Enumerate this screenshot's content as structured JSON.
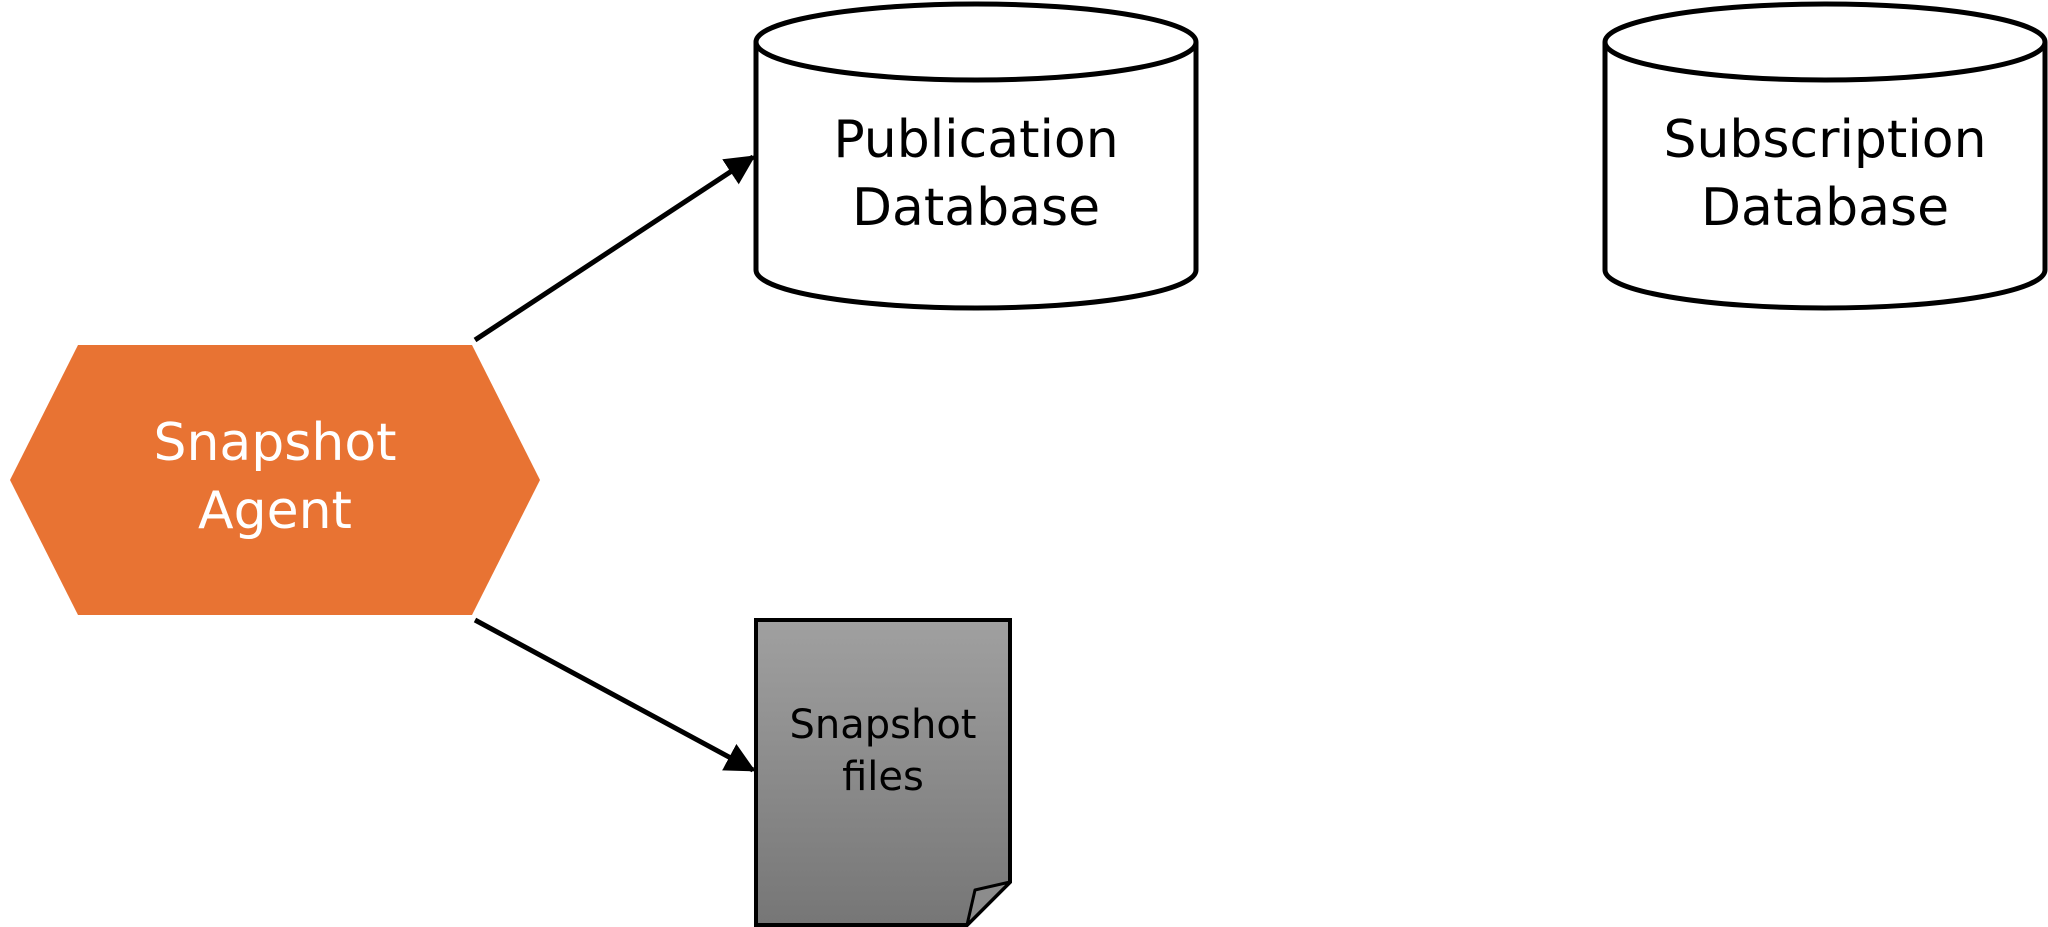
{
  "nodes": {
    "snapshot_agent": {
      "line1": "Snapshot",
      "line2": "Agent",
      "fill": "#e87333",
      "text_color": "#ffffff"
    },
    "publication_db": {
      "line1": "Publication",
      "line2": "Database"
    },
    "subscription_db": {
      "line1": "Subscription",
      "line2": "Database"
    },
    "snapshot_files": {
      "line1": "Snapshot",
      "line2": "files",
      "gradient_top": "#a0a0a0",
      "gradient_bottom": "#767676"
    }
  },
  "colors": {
    "stroke": "#000000",
    "background": "#ffffff"
  },
  "connections": [
    {
      "from": "Snapshot Agent",
      "to": "Publication Database"
    },
    {
      "from": "Snapshot Agent",
      "to": "Snapshot files"
    }
  ]
}
